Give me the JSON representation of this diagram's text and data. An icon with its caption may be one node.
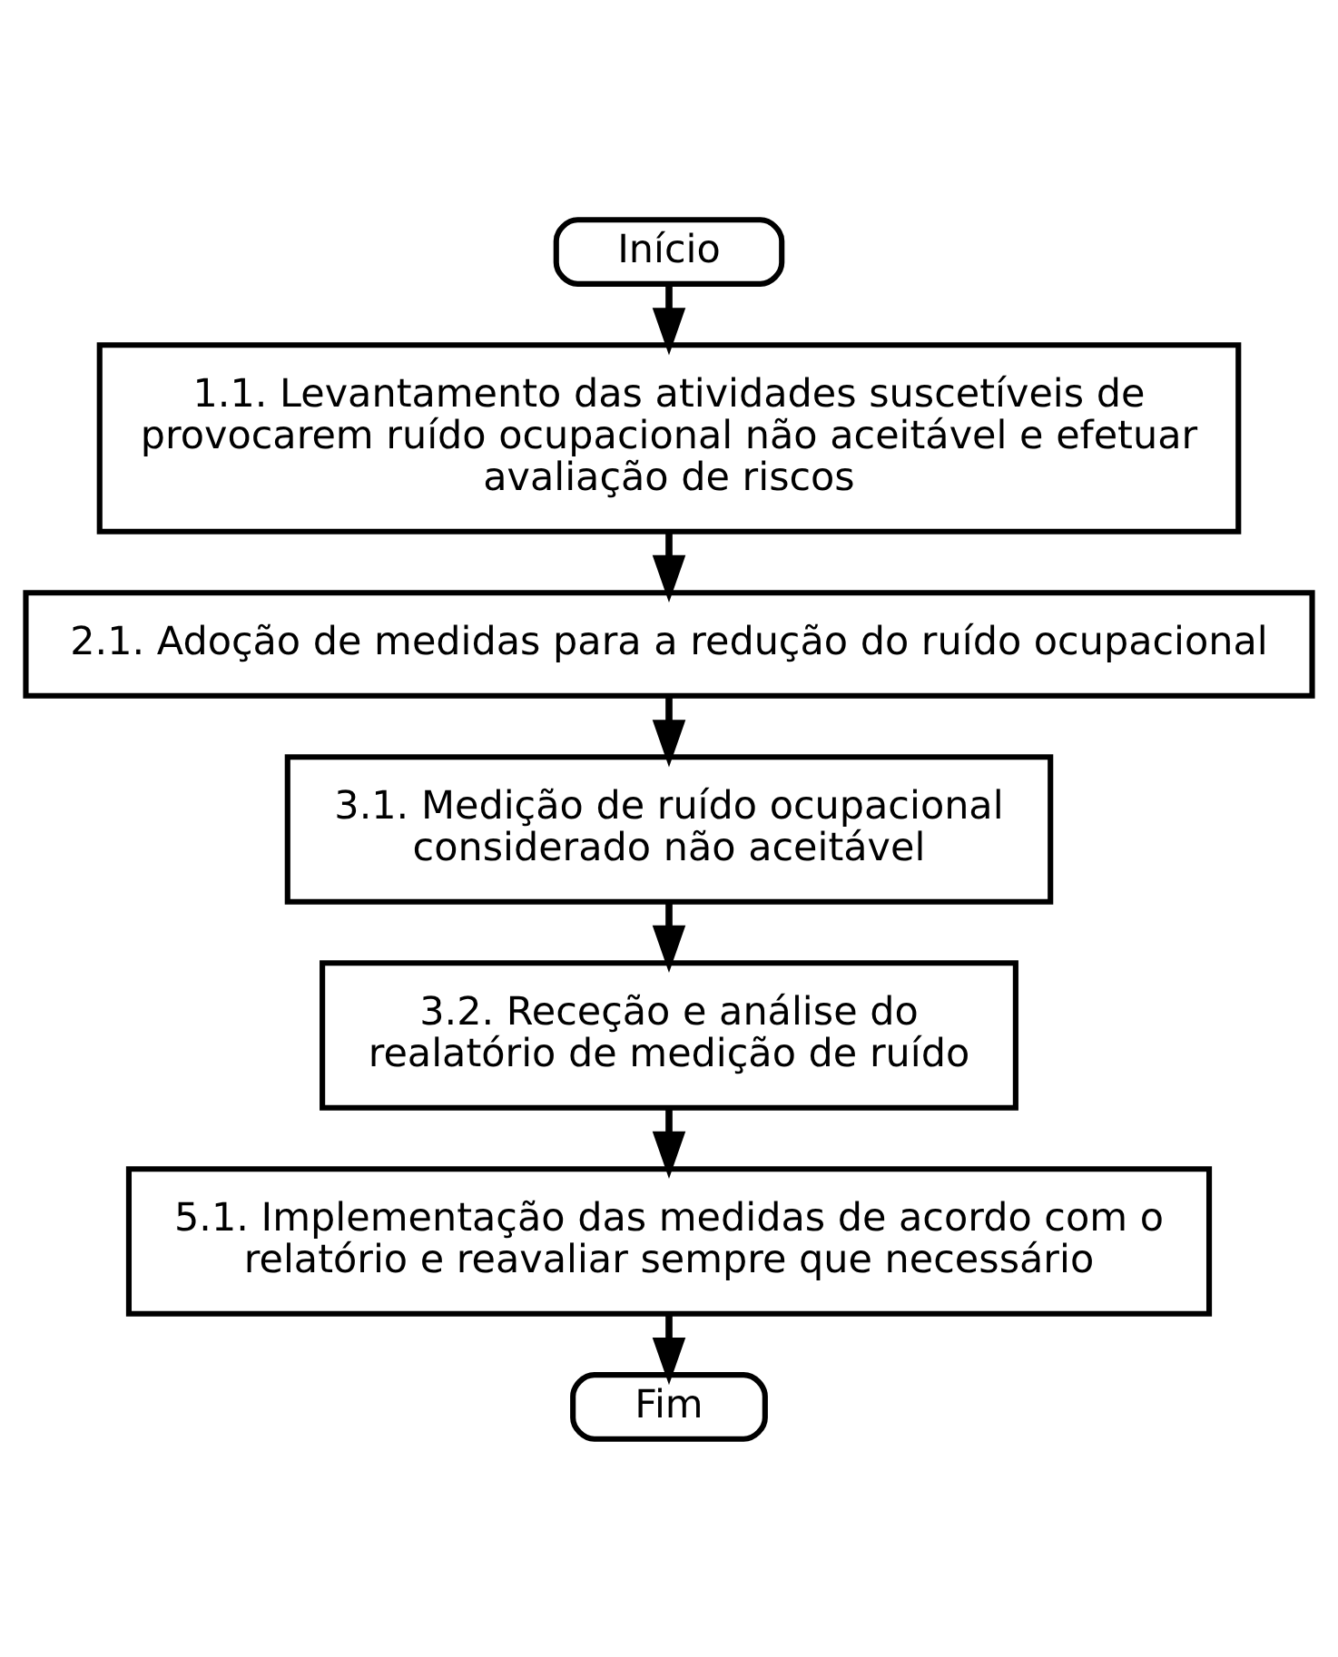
{
  "diagram": {
    "nodes": [
      {
        "text": [
          "Início"
        ]
      },
      {
        "text": [
          "1.1. Levantamento das atividades suscetíveis de provocarem ruído ocupacional não aceitável e efetuar avaliação de riscos"
        ]
      },
      {
        "text": [
          "2.1. Adoção de medidas para a redução do ruído ocupacional"
        ]
      },
      {
        "text": [
          "3.1. Medição de ruído ocupacional considerado não aceitável"
        ]
      },
      {
        "text": [
          "3.2. Receção e análise do realatório de medição de ruído"
        ]
      },
      {
        "text": [
          "5.1. Implementação das medidas de acordo com o relatório e reavaliar sempre que necessário"
        ]
      },
      {
        "text": [
          "Fim"
        ]
      }
    ],
    "edges": [
      {
        "from": 0,
        "to": 1,
        "arrow": "to"
      },
      {
        "from": 1,
        "to": 2,
        "arrow": "to"
      },
      {
        "from": 2,
        "to": 3,
        "arrow": "to"
      },
      {
        "from": 3,
        "to": 4,
        "arrow": "to"
      },
      {
        "from": 4,
        "to": 5,
        "arrow": "to"
      },
      {
        "from": 5,
        "to": 6,
        "arrow": "to"
      }
    ]
  }
}
